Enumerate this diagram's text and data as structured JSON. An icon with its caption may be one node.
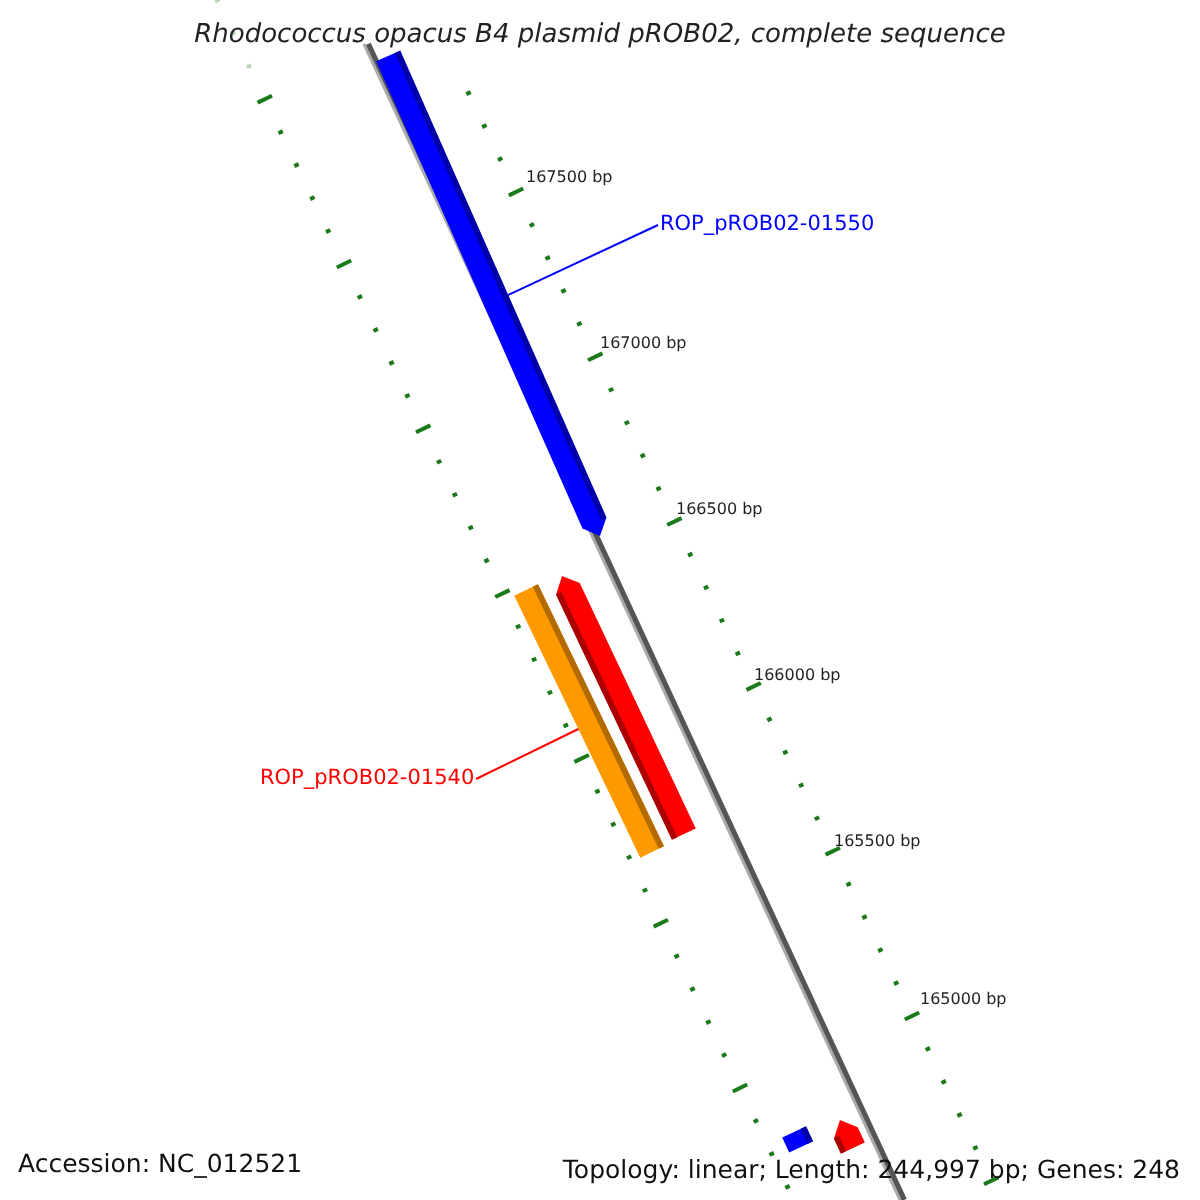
{
  "diagram": {
    "title": "Rhodococcus opacus B4 plasmid pROB02, complete sequence",
    "nodes": [
      {
        "text": [
          "ROP_pROB02-01550"
        ]
      },
      {
        "text": [],
        "shape": "bar"
      },
      {
        "text": [
          "ROP_pROB02-01540"
        ]
      },
      {
        "text": [],
        "shape": "bar"
      },
      {
        "text": [],
        "shape": "bar"
      },
      {
        "text": [],
        "shape": "bar"
      },
      {
        "text": [],
        "shape": "bar"
      }
    ],
    "edges": [
      {
        "from": 0,
        "to": 1,
        "arrow": "none",
        "color": "#0000ff"
      },
      {
        "from": 2,
        "to": 3,
        "arrow": "none",
        "color": "#ff0000"
      }
    ],
    "labels": [
      "167500 bp",
      "167000 bp",
      "166500 bp",
      "166000 bp",
      "165500 bp",
      "165000 bp",
      "Accession: NC_012521",
      "Topology: linear; Length: 244,997 bp; Genes: 248"
    ]
  }
}
